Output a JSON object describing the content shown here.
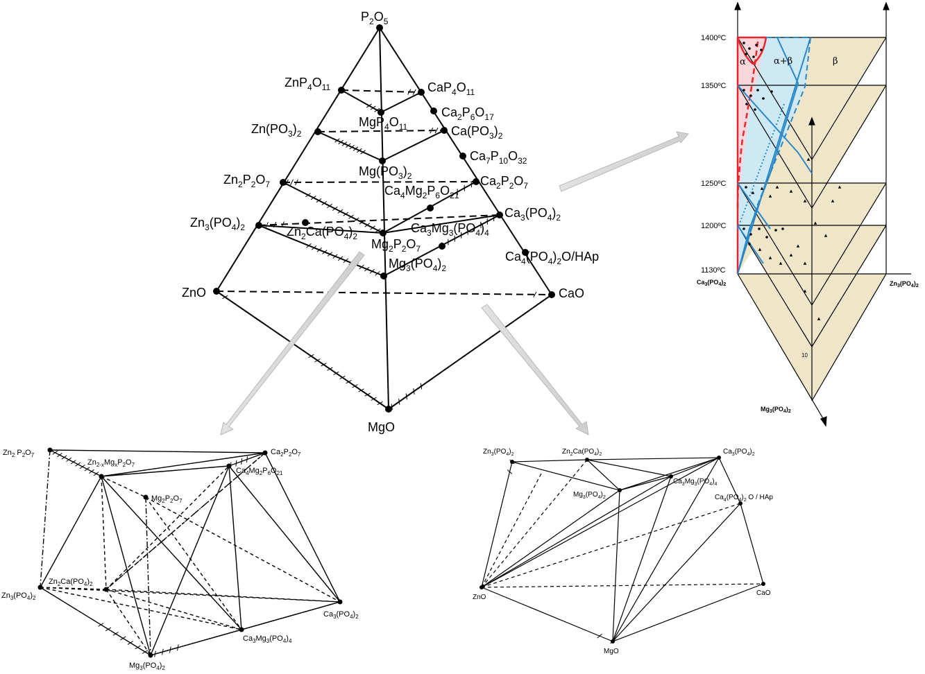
{
  "pyramid": {
    "apex": "P2O5",
    "left_base": "ZnO",
    "right_base": "CaO",
    "bottom": "MgO",
    "left_edge": [
      "ZnP4O11",
      "Zn(PO3)2",
      "Zn2P2O7",
      "Zn3(PO4)2"
    ],
    "right_edge": [
      "CaP4O11",
      "Ca2P6O17",
      "Ca(PO3)2",
      "Ca7P10O32",
      "Ca2P2O7",
      "Ca3(PO4)2",
      "Ca4(PO4)2O/HAp"
    ],
    "center_edge": [
      "MgP4O11",
      "Mg(PO3)2",
      "Mg2P2O7",
      "Mg3(PO4)2"
    ],
    "internal": [
      "Ca4Mg2P6O21",
      "Zn2Ca(PO4)2",
      "Ca3Mg3(PO4)4"
    ]
  },
  "phase_diagram": {
    "temperatures": [
      "1400ºC",
      "1350ºC",
      "1250ºC",
      "1200ºC",
      "1130ºC"
    ],
    "phases": {
      "alpha": "α",
      "alpha_beta": "α+β",
      "beta": "β"
    },
    "left_corner": "Ca3(PO4)2",
    "right_corner": "Zn3(PO4)2",
    "bottom_corner": "Mg3(PO4)2",
    "tick_label": "10",
    "colors": {
      "alpha": "#f8d7dc",
      "alpha_beta": "#cde9f4",
      "beta": "#efe6c9",
      "red_line": "#e8252b",
      "blue_line": "#2a87c8"
    }
  },
  "left_subdiagram": {
    "labels": [
      "Zn2 P2O7",
      "Zn2-xMgxP2O7",
      "Ca2P2O7",
      "Ca4Mg2P6O21",
      "Mg2P2O7",
      "Zn2Ca(PO4)2",
      "Zn3(PO4)2",
      "Ca3(PO4)2",
      "Ca3Mg3(PO4)4",
      "Mg3(PO4)2"
    ]
  },
  "right_subdiagram": {
    "labels": [
      "Zn3(PO4)2",
      "Zn2Ca(PO4)2",
      "Ca3(PO4)2",
      "Ca3Mg3(PO4)4",
      "Mg3(PO4)2",
      "Ca4(PO4)2 O / HAp",
      "ZnO",
      "CaO",
      "MgO"
    ]
  }
}
